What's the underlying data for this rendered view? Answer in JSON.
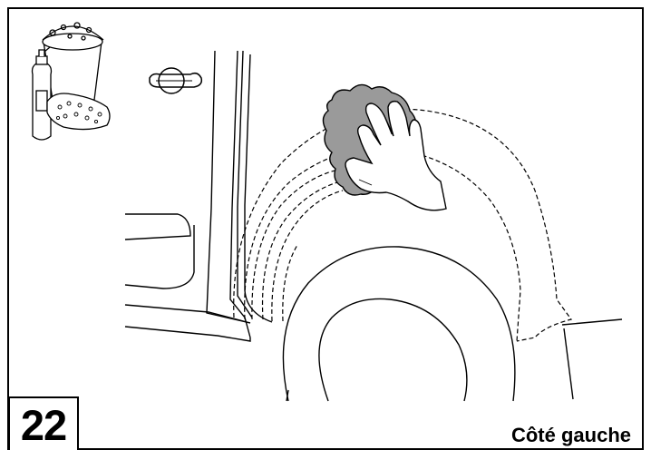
{
  "step": {
    "number": "22"
  },
  "caption": {
    "side_label": "Côté gauche"
  },
  "colors": {
    "line": "#000000",
    "cloth_fill": "#9a9a9a",
    "background": "#ffffff"
  },
  "icons": [
    "cleaning-supplies-icon",
    "door-handle",
    "cleaning-cloth",
    "hand"
  ]
}
